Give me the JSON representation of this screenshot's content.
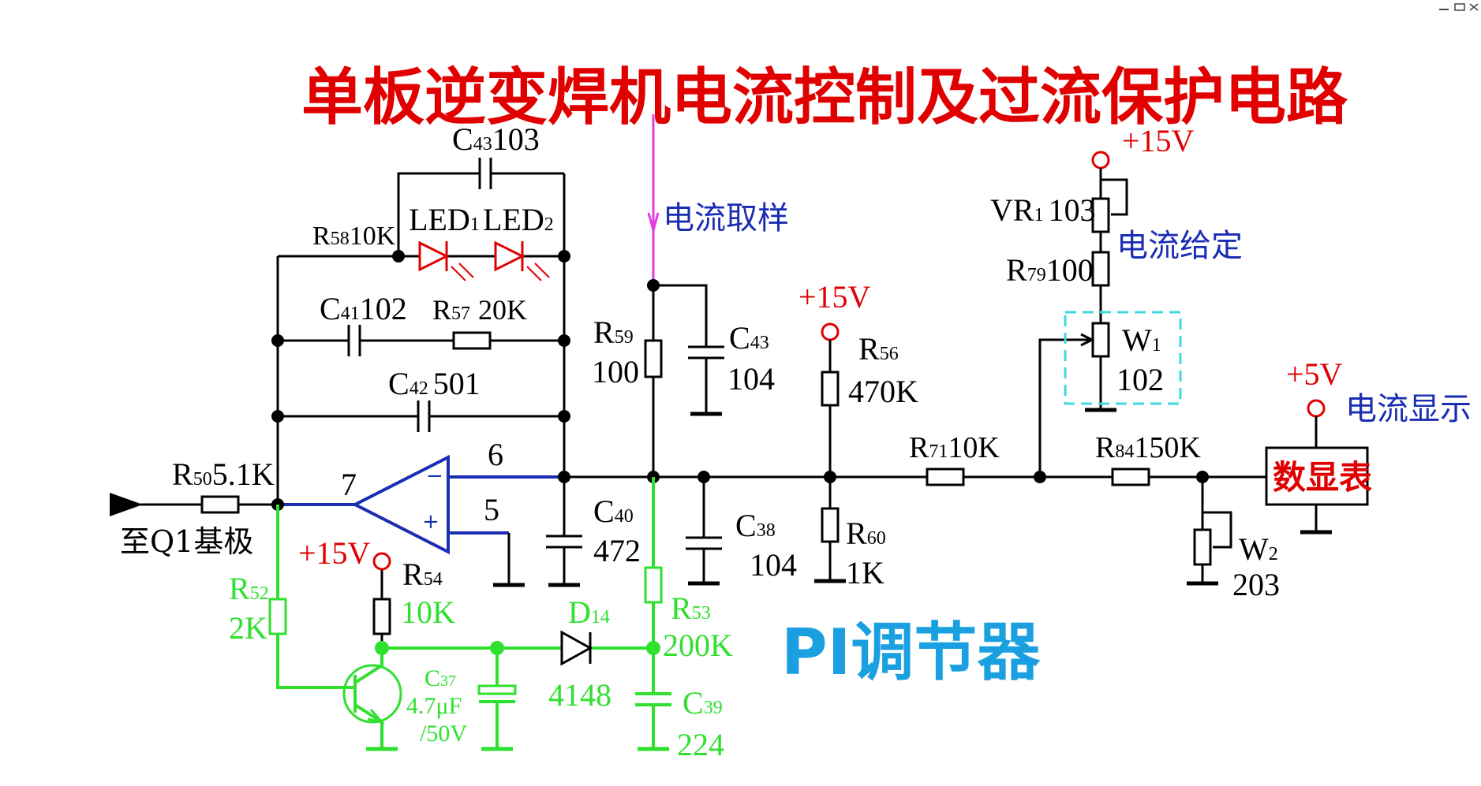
{
  "title": "单板逆变焊机电流控制及过流保护电路",
  "sampling_label": "电流取样",
  "setting_label": "电流给定",
  "display_label": "电流显示",
  "regulator_label": "PI调节器",
  "output_label": "至Q1基极",
  "meter_label": "数显表",
  "supply_15v": "+15V",
  "supply_5v": "+5V",
  "opamp": {
    "out_pin": "7",
    "inv_pin": "6",
    "noninv_pin": "5",
    "minus": "−",
    "plus": "+"
  },
  "components": {
    "c43a": {
      "ref": "C",
      "sub": "43",
      "val": "103"
    },
    "r58": {
      "ref": "R",
      "sub": "58",
      "val": "10K"
    },
    "led1": {
      "ref": "LED",
      "sub": "1"
    },
    "led2": {
      "ref": "LED",
      "sub": "2"
    },
    "c41": {
      "ref": "C",
      "sub": "41",
      "val": "102"
    },
    "r57": {
      "ref": "R",
      "sub": "57",
      "val": "20K"
    },
    "c42": {
      "ref": "C",
      "sub": "42",
      "val": "501"
    },
    "r59": {
      "ref": "R",
      "sub": "59",
      "val": "100"
    },
    "c43b": {
      "ref": "C",
      "sub": "43",
      "val": "104"
    },
    "r56": {
      "ref": "R",
      "sub": "56",
      "val": "470K"
    },
    "vr1": {
      "ref": "VR",
      "sub": "1",
      "val": "103"
    },
    "r79": {
      "ref": "R",
      "sub": "79",
      "val": "100"
    },
    "w1": {
      "ref": "W",
      "sub": "1",
      "val": "102"
    },
    "r50": {
      "ref": "R",
      "sub": "50",
      "val": "5.1K"
    },
    "r71": {
      "ref": "R",
      "sub": "71",
      "val": "10K"
    },
    "r84": {
      "ref": "R",
      "sub": "84",
      "val": "150K"
    },
    "c40": {
      "ref": "C",
      "sub": "40",
      "val": "472"
    },
    "c38": {
      "ref": "C",
      "sub": "38",
      "val": "104"
    },
    "r60": {
      "ref": "R",
      "sub": "60",
      "val": "1K"
    },
    "w2": {
      "ref": "W",
      "sub": "2",
      "val": "203"
    },
    "r52": {
      "ref": "R",
      "sub": "52",
      "val": "2K"
    },
    "r54": {
      "ref": "R",
      "sub": "54",
      "val": "10K"
    },
    "c37": {
      "ref": "C",
      "sub": "37",
      "val": "4.7μF",
      "val2": "/50V"
    },
    "d14": {
      "ref": "D",
      "sub": "14",
      "val": "4148"
    },
    "r53": {
      "ref": "R",
      "sub": "53",
      "val": "200K"
    },
    "c39": {
      "ref": "C",
      "sub": "39",
      "val": "224"
    }
  },
  "colors": {
    "title": "#e00000",
    "supply": "#e00000",
    "annotation": "#1a2db3",
    "protection": "#2fe02f",
    "led": "#e00000",
    "sampling_arrow": "#e03ce0",
    "regulator": "#1aa0e0",
    "w1_box": "#40d8e0"
  }
}
